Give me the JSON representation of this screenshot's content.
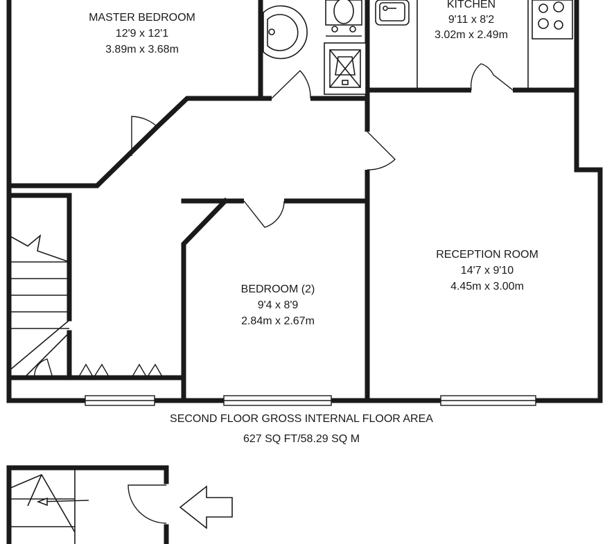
{
  "rooms": {
    "master_bedroom": {
      "name": "MASTER BEDROOM",
      "imperial": "12'9 x 12'1",
      "metric": "3.89m x 3.68m"
    },
    "kitchen": {
      "name": "KITCHEN",
      "imperial": "9'11 x 8'2",
      "metric": "3.02m x 2.49m"
    },
    "reception_room": {
      "name": "RECEPTION ROOM",
      "imperial": "14'7 x 9'10",
      "metric": "4.45m x 3.00m"
    },
    "bedroom_2": {
      "name": "BEDROOM (2)",
      "imperial": "9'4 x 8'9",
      "metric": "2.84m x 2.67m"
    }
  },
  "caption": {
    "floor_area_title": "SECOND FLOOR GROSS INTERNAL FLOOR AREA",
    "floor_area_value": "627 SQ FT/58.29 SQ M"
  },
  "icons": [
    "sink-icon",
    "toilet-icon",
    "shower-tray-icon",
    "kitchen-sink-icon",
    "hob-icon",
    "staircase-icon",
    "entrance-arrow-icon"
  ],
  "colors": {
    "walls": "#1a1a1a",
    "background": "#ffffff"
  }
}
